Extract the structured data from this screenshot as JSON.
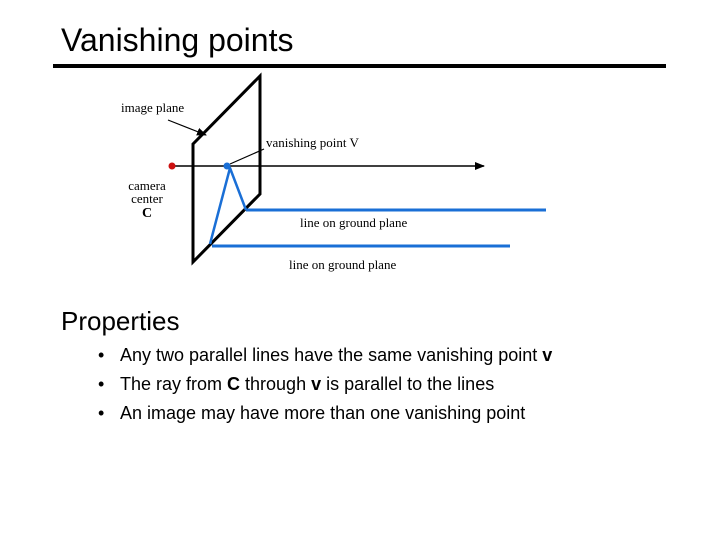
{
  "slide": {
    "title": "Vanishing points",
    "diagram": {
      "image_plane_label": "image plane",
      "vanishing_point_label": "vanishing point V",
      "camera_label_line1": "camera",
      "camera_label_line2": "center",
      "camera_label_line3": "C",
      "ground_line_label_1": "line on ground plane",
      "ground_line_label_2": "line on ground plane",
      "colors": {
        "ray": "#1a6fd6",
        "camera_point": "#cc1111",
        "frame": "#000000"
      }
    },
    "properties_heading": "Properties",
    "bullets": [
      {
        "bullet": "•",
        "parts": [
          "Any two parallel lines have the same vanishing point ",
          "v",
          ""
        ]
      },
      {
        "bullet": "•",
        "parts": [
          "The ray from ",
          "C",
          " through ",
          "v",
          " is parallel to the lines"
        ]
      },
      {
        "bullet": "•",
        "parts": [
          "An image may have more than one vanishing point"
        ]
      }
    ]
  }
}
